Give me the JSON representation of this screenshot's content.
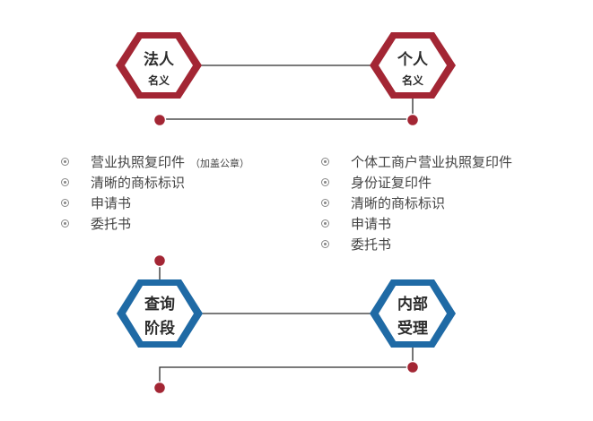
{
  "colors": {
    "red": "#a32634",
    "blue": "#1f6aa5",
    "line": "#2b2b2b",
    "text": "#444444"
  },
  "nodes": {
    "legal_entity": {
      "line1": "法人",
      "line2": "名义"
    },
    "individual": {
      "line1": "个人",
      "line2": "名义"
    },
    "query": {
      "line1": "查询",
      "line2": "阶段"
    },
    "internal": {
      "line1": "内部",
      "line2": "受理"
    }
  },
  "legal_entity_docs": [
    {
      "text": "营业执照复印件",
      "note": "（加盖公章）"
    },
    {
      "text": "清晰的商标标识",
      "note": ""
    },
    {
      "text": "申请书",
      "note": ""
    },
    {
      "text": "委托书",
      "note": ""
    }
  ],
  "individual_docs": [
    {
      "text": "个体工商户营业执照复印件"
    },
    {
      "text": "身份证复印件"
    },
    {
      "text": "清晰的商标标识"
    },
    {
      "text": "申请书"
    },
    {
      "text": "委托书"
    }
  ]
}
